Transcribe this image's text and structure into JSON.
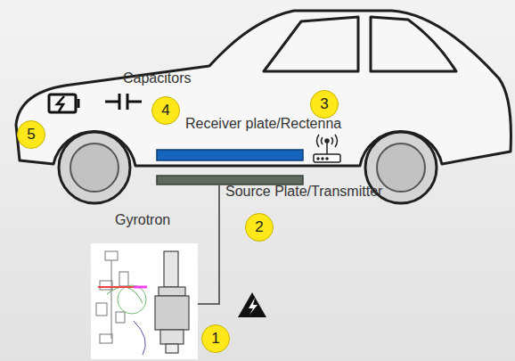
{
  "diagram": {
    "labels": [
      "Capacitors",
      "Receiver plate/Rectenna",
      "Source Plate/Transmitter",
      "Gyrotron",
      "1",
      "2",
      "3",
      "4",
      "5"
    ]
  }
}
